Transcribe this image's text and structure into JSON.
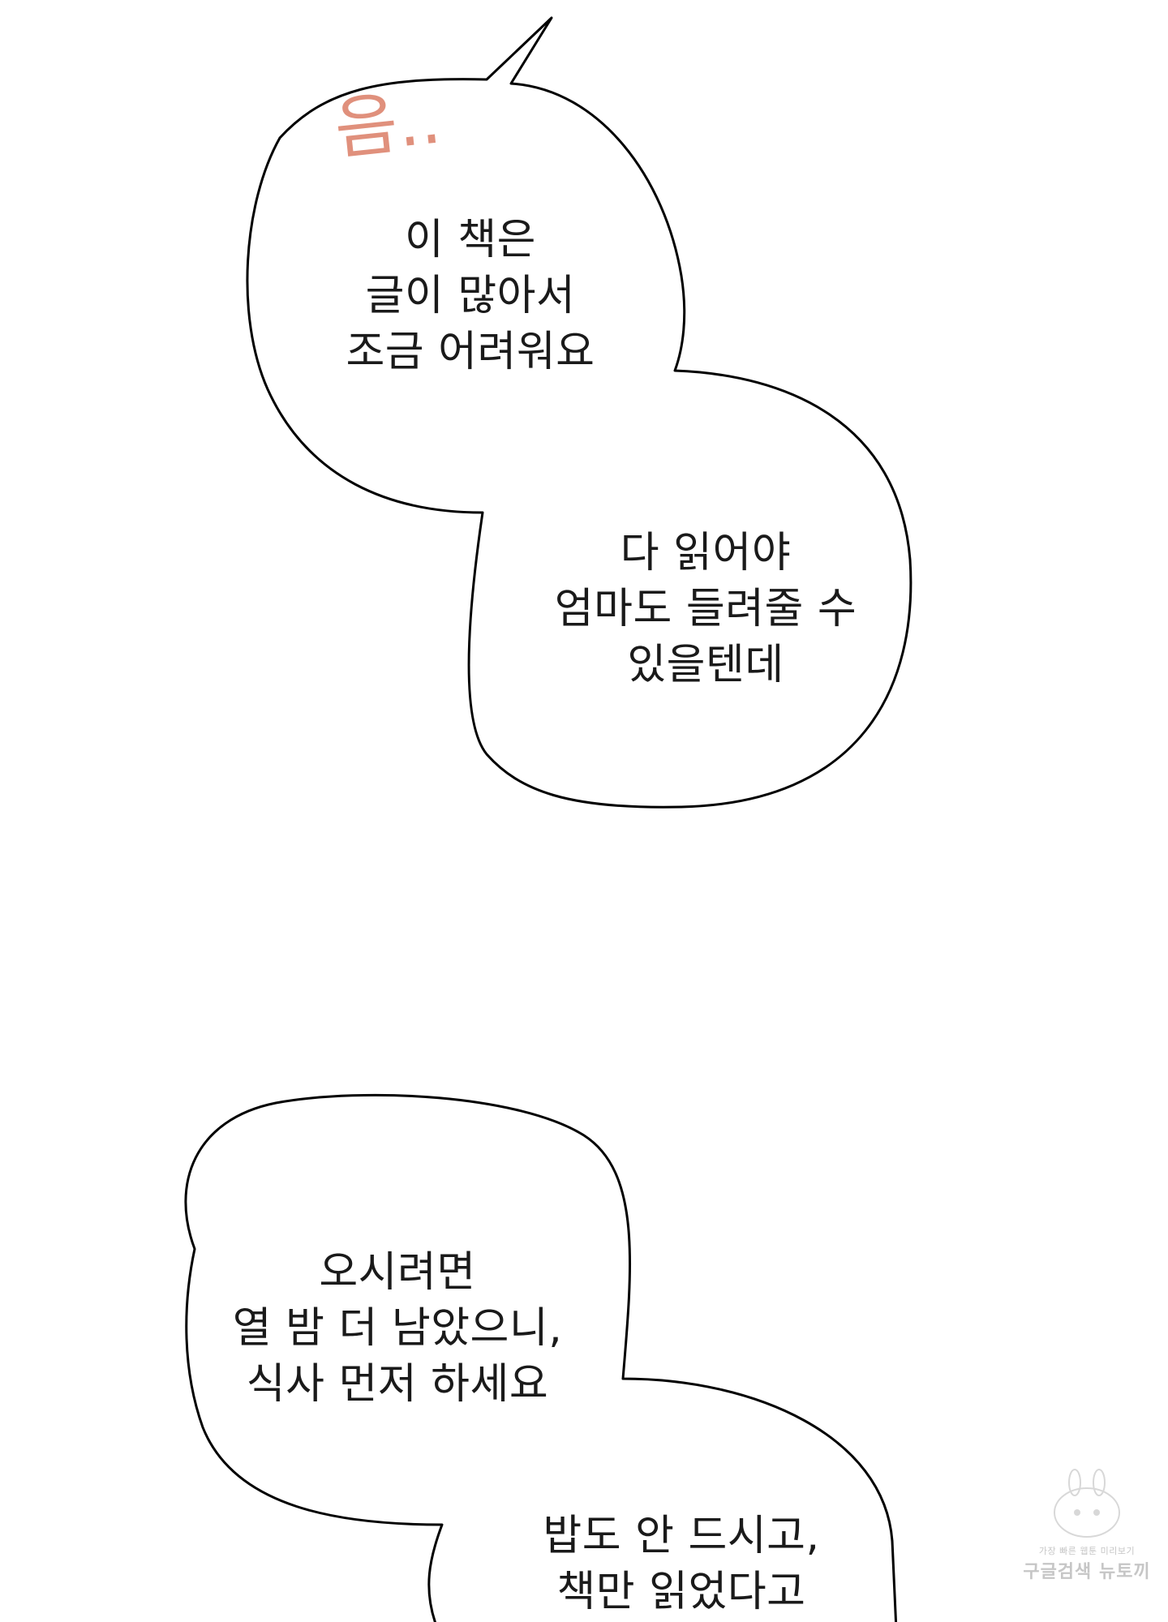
{
  "sfx": "음..",
  "bubble1": {
    "lines": [
      "이 책은",
      "글이 많아서",
      "조금 어려워요"
    ]
  },
  "bubble2": {
    "lines": [
      "다 읽어야",
      "엄마도 들려줄 수",
      "있을텐데"
    ]
  },
  "bubble3": {
    "lines": [
      "오시려면",
      "열 밤 더 남았으니,",
      "식사 먼저 하세요"
    ]
  },
  "bubble4": {
    "lines": [
      "밥도 안 드시고,",
      "책만 읽었다고"
    ]
  },
  "watermark": {
    "top": "가장 빠른 웹툰 미리보기",
    "bottom": "구글검색 뉴토끼"
  },
  "colors": {
    "sfx": "#e0907c",
    "stroke": "#000000",
    "text": "#1a1a1a"
  }
}
